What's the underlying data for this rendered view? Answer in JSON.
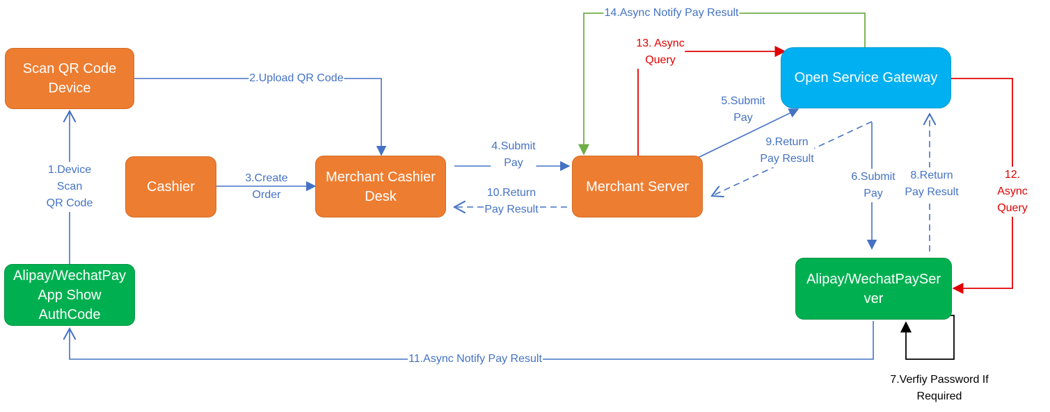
{
  "colors": {
    "orange_node": "#ED7D31",
    "green_node": "#00B050",
    "blue_node": "#00B0F0",
    "blue_flow": "#4472C4",
    "red_flow": "#E00000",
    "green_flow": "#70AD47",
    "black_flow": "#000000"
  },
  "nodes": {
    "scan_device": "Scan QR Code\nDevice",
    "cashier": "Cashier",
    "cashier_desk": "Merchant Cashier\nDesk",
    "merchant_server": "Merchant Server",
    "gateway": "Open Service Gateway",
    "wallet_app": "Alipay/WechatPay\nApp Show\nAuthCode",
    "wallet_server": "Alipay/WechatPaySer\nver"
  },
  "edges": {
    "e1": "1.Device\nScan\nQR Code",
    "e2": "2.Upload QR Code",
    "e3": "3.Create\nOrder",
    "e4": "4.Submit\nPay",
    "e5": "5.Submit\nPay",
    "e6": "6.Submit\nPay",
    "e7": "7.Verfiy Password If\nRequired",
    "e8": "8.Return\nPay Result",
    "e9": "9.Return\nPay Result",
    "e10": "10.Return\nPay Result",
    "e11": "11.Async Notify Pay Result",
    "e12": "12. Async\nQuery",
    "e13": "13. Async\nQuery",
    "e14": "14.Async Notify Pay Result"
  }
}
